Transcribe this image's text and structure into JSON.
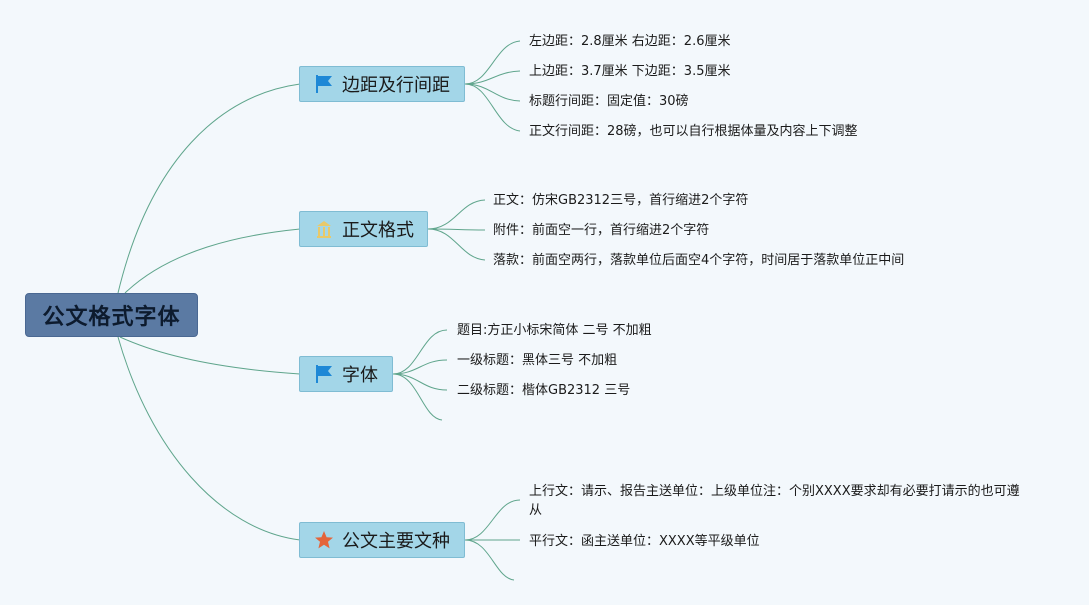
{
  "root": {
    "label": "公文格式字体"
  },
  "branches": [
    {
      "label": "边距及行间距",
      "icon": "flag-icon",
      "items": [
        "左边距：2.8厘米 右边距：2.6厘米",
        "上边距：3.7厘米 下边距：3.5厘米",
        "标题行间距：固定值：30磅",
        "正文行间距：28磅，也可以自行根据体量及内容上下调整"
      ]
    },
    {
      "label": "正文格式",
      "icon": "building-icon",
      "items": [
        "正文：仿宋GB2312三号，首行缩进2个字符",
        "附件：前面空一行，首行缩进2个字符",
        "落款：前面空两行，落款单位后面空4个字符，时间居于落款单位正中间"
      ]
    },
    {
      "label": "字体",
      "icon": "flag-icon",
      "items": [
        "题目:方正小标宋简体 二号 不加粗",
        "一级标题：黑体三号 不加粗",
        "二级标题：楷体GB2312 三号"
      ]
    },
    {
      "label": "公文主要文种",
      "icon": "star-icon",
      "items": [
        "上行文：请示、报告主送单位：上级单位注：个别XXXX要求却有必要打请示的也可遵从",
        "平行文：函主送单位：XXXX等平级单位"
      ]
    }
  ],
  "colors": {
    "root_fill": "#5b7aa3",
    "branch_fill": "#a3d6e8",
    "line": "#5fa58c",
    "flag": "#1e88d6",
    "star": "#e4643a",
    "building": "#e8c96a"
  }
}
